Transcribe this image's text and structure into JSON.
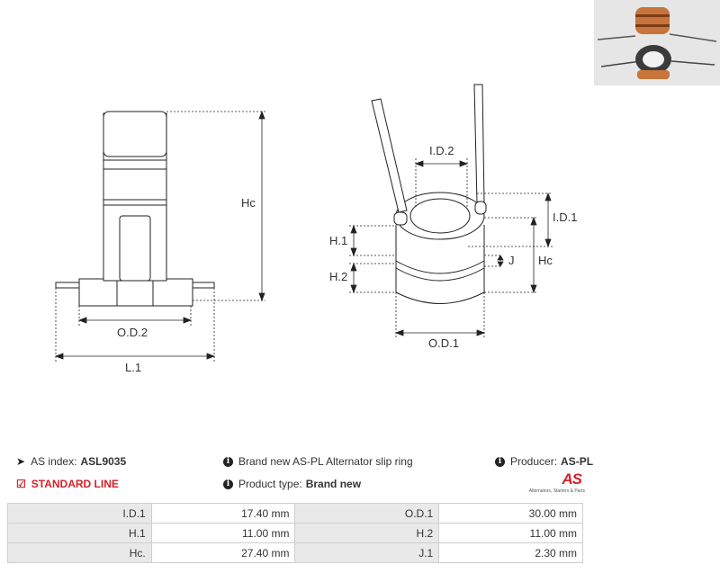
{
  "drawing": {
    "left_view": {
      "hc": "Hc",
      "od2": "O.D.2",
      "l1": "L.1"
    },
    "right_view": {
      "id2": "I.D.2",
      "id1": "I.D.1",
      "h1": "H.1",
      "h2": "H.2",
      "j": "J",
      "hc": "Hc",
      "od1": "O.D.1"
    }
  },
  "info": {
    "as_index_label": "AS index:",
    "as_index_value": "ASL9035",
    "standard_line": "STANDARD LINE",
    "description": "Brand new AS-PL Alternator slip ring",
    "product_type_label": "Product type:",
    "product_type_value": "Brand new",
    "producer_label": "Producer:",
    "producer_value": "AS-PL",
    "logo_text": "AS",
    "logo_tagline": "Alternators, Starters & Parts"
  },
  "specs": [
    {
      "k1": "I.D.1",
      "v1": "17.40 mm",
      "k2": "O.D.1",
      "v2": "30.00 mm"
    },
    {
      "k1": "H.1",
      "v1": "11.00 mm",
      "k2": "H.2",
      "v2": "11.00 mm"
    },
    {
      "k1": "Hc.",
      "v1": "27.40 mm",
      "k2": "J.1",
      "v2": "2.30 mm"
    }
  ],
  "colors": {
    "accent": "#d6202a",
    "copper": "#c8743a"
  }
}
